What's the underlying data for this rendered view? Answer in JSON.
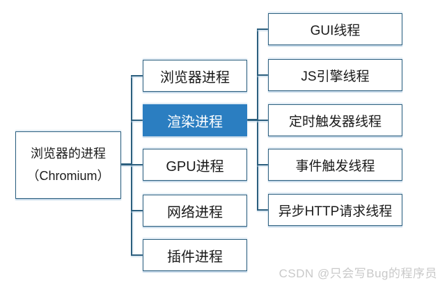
{
  "diagram": {
    "root": {
      "line1": "浏览器的进程",
      "line2": "（Chromium）"
    },
    "processes": [
      {
        "label": "浏览器进程",
        "highlighted": false
      },
      {
        "label": "渲染进程",
        "highlighted": true
      },
      {
        "label": "GPU进程",
        "highlighted": false
      },
      {
        "label": "网络进程",
        "highlighted": false
      },
      {
        "label": "插件进程",
        "highlighted": false
      }
    ],
    "threads": [
      {
        "label": "GUI线程"
      },
      {
        "label": "JS引擎线程"
      },
      {
        "label": "定时触发器线程"
      },
      {
        "label": "事件触发线程"
      },
      {
        "label": "异步HTTP请求线程"
      }
    ],
    "colors": {
      "border": "#2c5f7e",
      "connector": "#2c5f7e",
      "text": "#1a1a1a",
      "highlight_fill": "#2b7ec1",
      "highlight_text": "#ffffff",
      "shadow": "#aec7dd",
      "watermark": "#c9c9c9"
    }
  },
  "watermark": {
    "text": "CSDN @只会写Bug的程序员"
  }
}
